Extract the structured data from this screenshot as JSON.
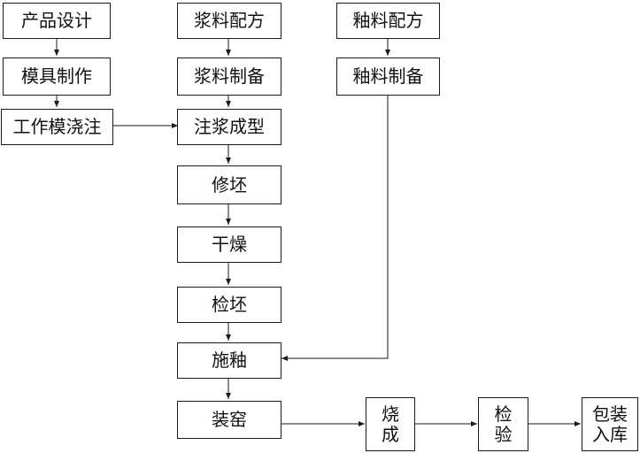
{
  "nodes": {
    "product_design": "产品设计",
    "mold_making": "模具制作",
    "working_mold_casting": "工作模浇注",
    "slurry_formula": "浆料配方",
    "slurry_prep": "浆料制备",
    "slip_casting": "注浆成型",
    "trimming": "修坯",
    "drying": "干燥",
    "inspect_green": "检坯",
    "glazing": "施釉",
    "kiln_loading": "装窑",
    "glaze_formula": "釉料配方",
    "glaze_prep": "釉料制备",
    "firing": "烧\n成",
    "inspection": "检\n验",
    "pack_store": "包装\n入库"
  },
  "colors": {
    "line": "#1a1a1a",
    "box_border": "#1a1a1a",
    "text": "#111111"
  }
}
